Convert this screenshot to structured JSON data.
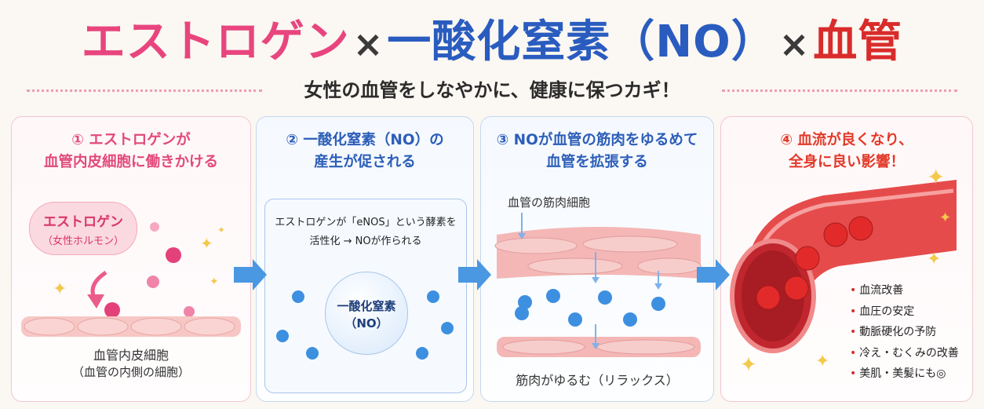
{
  "title": {
    "part1": "エストロゲン",
    "cross1": "×",
    "part2": "一酸化窒素（NO）",
    "cross2": "×",
    "part3": "血管"
  },
  "subtitle": "女性の血管をしなやかに、健康に保つカギ！",
  "colors": {
    "pink": "#e8457e",
    "blue": "#2a5cc0",
    "red": "#d92b2b",
    "arrow": "#4a97e2"
  },
  "steps": [
    {
      "heading_line1": "① エストロゲンが",
      "heading_line2": "血管内皮細胞に働きかける",
      "bubble_line1": "エストロゲン",
      "bubble_line2": "（女性ホルモン）",
      "cell_label_line1": "血管内皮細胞",
      "cell_label_line2": "（血管の内側の細胞）"
    },
    {
      "heading_line1": "② 一酸化窒素（NO）の",
      "heading_line2": "産生が促される",
      "info_line1": "エストロゲンが「eNOS」という酵素を",
      "info_line2": "活性化 → NOが作られる",
      "circle_line1": "一酸化窒素",
      "circle_line2": "（NO）"
    },
    {
      "heading_line1": "③ NOが血管の筋肉をゆるめて",
      "heading_line2": "血管を拡張する",
      "muscle_label": "血管の筋肉細胞",
      "relax_label": "筋肉がゆるむ（リラックス）"
    },
    {
      "heading_line1": "④ 血流が良くなり、",
      "heading_line2": "全身に良い影響！",
      "benefits": [
        "血流改善",
        "血圧の安定",
        "動脈硬化の予防",
        "冷え・むくみの改善",
        "美肌・美髪にも◎"
      ]
    }
  ]
}
